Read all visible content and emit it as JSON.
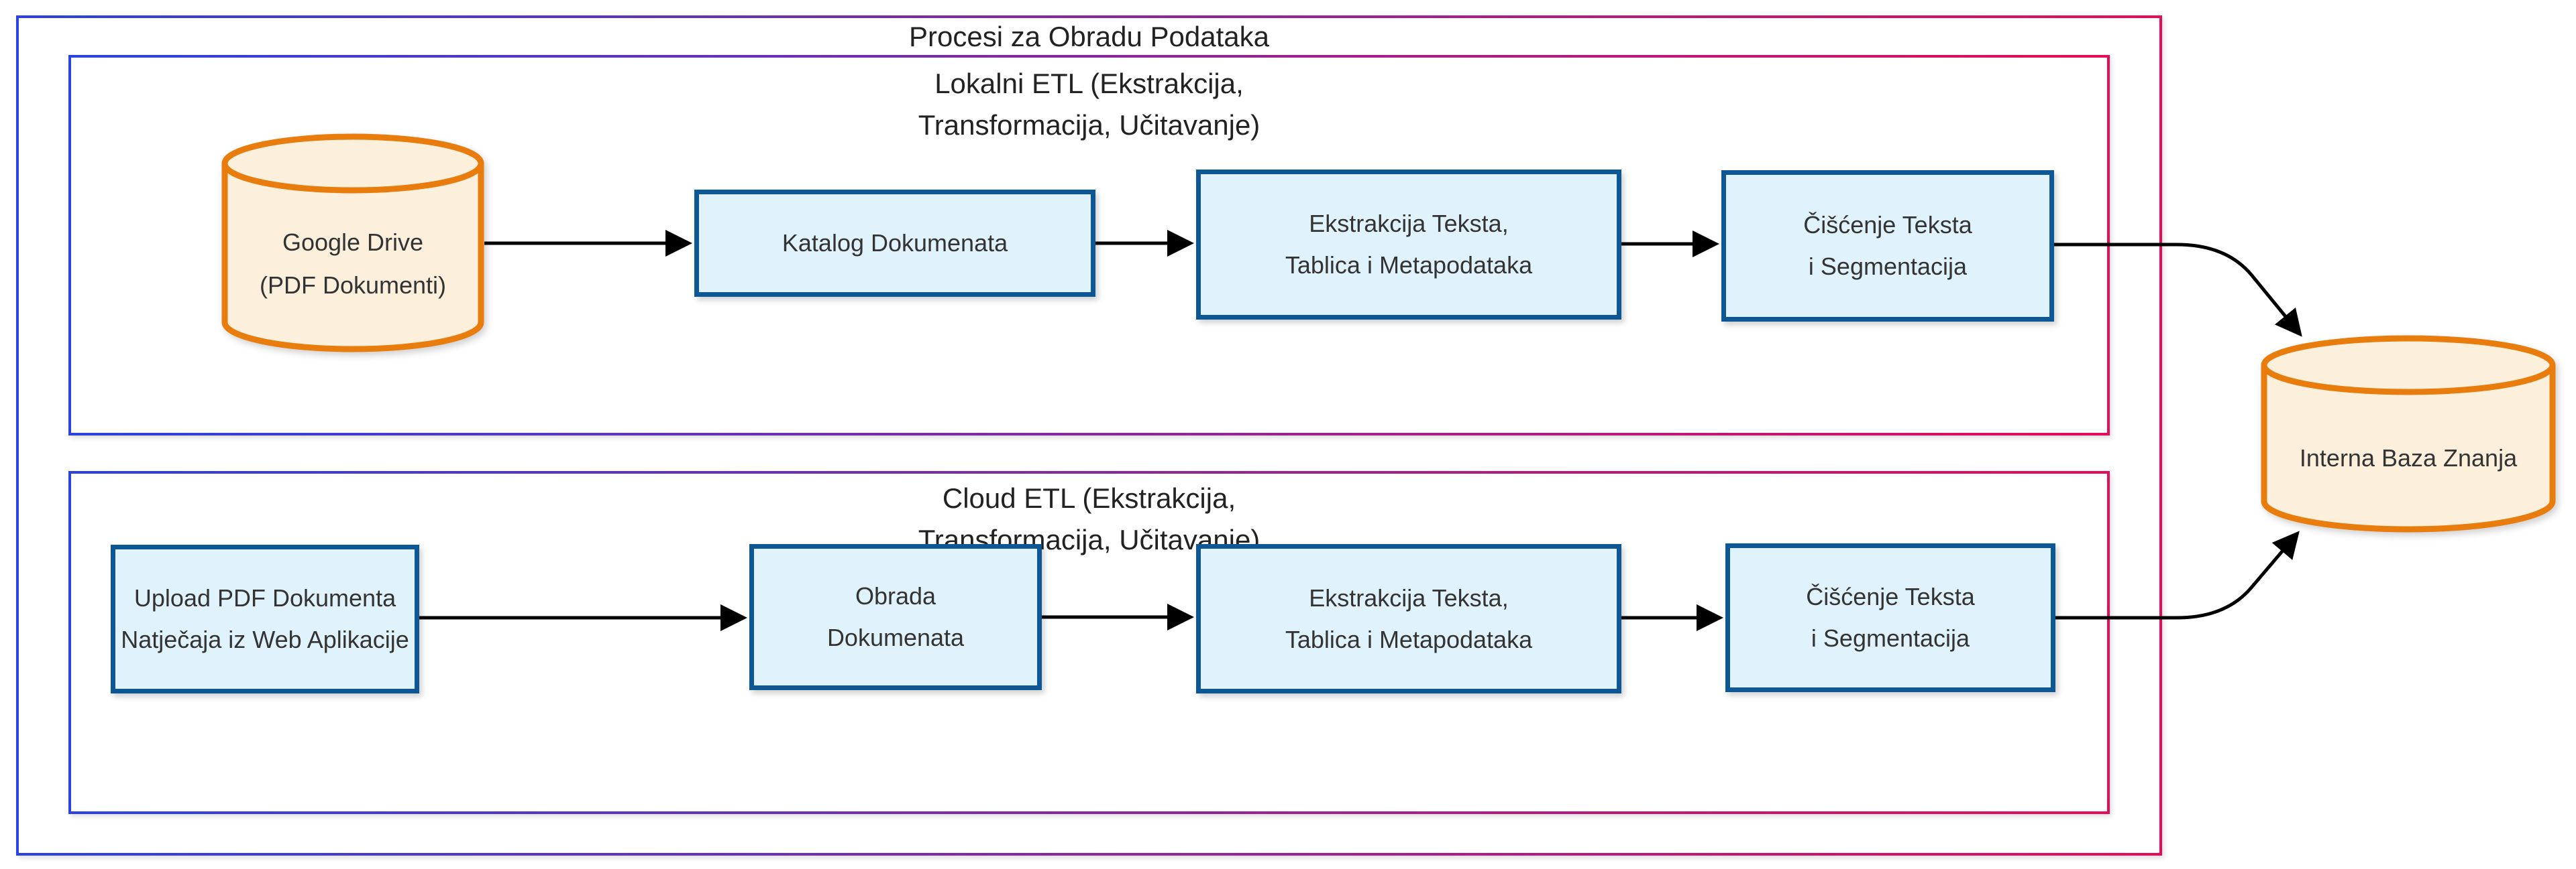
{
  "diagram": {
    "type": "flowchart",
    "groups": {
      "outer": {
        "label": "Procesi za Obradu Podataka"
      },
      "local_etl": {
        "label_line1": "Lokalni ETL (Ekstrakcija,",
        "label_line2": "Transformacija, Učitavanje)"
      },
      "cloud_etl": {
        "label_line1": "Cloud ETL (Ekstrakcija,",
        "label_line2": "Transformacija, Učitavanje)"
      }
    },
    "nodes": {
      "google_drive": {
        "shape": "cylinder",
        "line1": "Google Drive",
        "line2": "(PDF Dokumenti)"
      },
      "katalog": {
        "shape": "rect",
        "line1": "Katalog Dokumenata"
      },
      "ekstrakcija_local": {
        "shape": "rect",
        "line1": "Ekstrakcija Teksta,",
        "line2": "Tablica i Metapodataka"
      },
      "ciscenje_local": {
        "shape": "rect",
        "line1": "Čišćenje Teksta",
        "line2": "i Segmentacija"
      },
      "upload": {
        "shape": "rect",
        "line1": "Upload PDF Dokumenta",
        "line2": "Natječaja iz Web Aplikacije"
      },
      "obrada": {
        "shape": "rect",
        "line1": "Obrada",
        "line2": "Dokumenata"
      },
      "ekstrakcija_cloud": {
        "shape": "rect",
        "line1": "Ekstrakcija Teksta,",
        "line2": "Tablica i Metapodataka"
      },
      "ciscenje_cloud": {
        "shape": "rect",
        "line1": "Čišćenje Teksta",
        "line2": "i Segmentacija"
      },
      "interna_baza": {
        "shape": "cylinder",
        "line1": "Interna Baza Znanja"
      }
    },
    "edges": [
      {
        "from": "google_drive",
        "to": "katalog"
      },
      {
        "from": "katalog",
        "to": "ekstrakcija_local"
      },
      {
        "from": "ekstrakcija_local",
        "to": "ciscenje_local"
      },
      {
        "from": "ciscenje_local",
        "to": "interna_baza"
      },
      {
        "from": "upload",
        "to": "obrada"
      },
      {
        "from": "obrada",
        "to": "ekstrakcija_cloud"
      },
      {
        "from": "ekstrakcija_cloud",
        "to": "ciscenje_cloud"
      },
      {
        "from": "ciscenje_cloud",
        "to": "interna_baza"
      }
    ],
    "colors": {
      "group_border_gradient_start": "#2B43E2",
      "group_border_gradient_end": "#E60C59",
      "node_border": "#0E5795",
      "node_fill": "#E0F3FC",
      "cylinder_border": "#E87D0E",
      "cylinder_fill": "#FCF0DC",
      "arrow": "#000000",
      "text": "#333333"
    }
  }
}
